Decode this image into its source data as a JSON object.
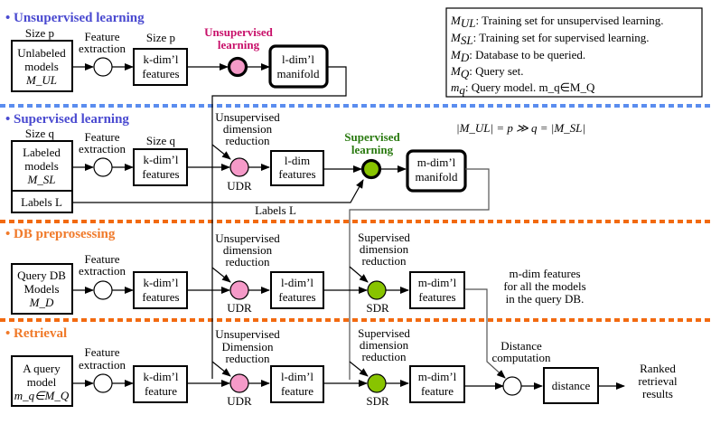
{
  "colors": {
    "blue_section": "#4a4ad0",
    "blue_separator": "#5b8def",
    "orange_section": "#f07a2a",
    "orange_separator": "#f26a10",
    "unsupervised_node": "#f59ac8",
    "unsupervised_label": "#c8106a",
    "supervised_node": "#88c400",
    "supervised_label": "#2a7a10"
  },
  "sections": {
    "unsupervised": "• Unsupervised learning",
    "supervised": "• Supervised learning",
    "db": "• DB preprosessing",
    "retrieval": "• Retrieval"
  },
  "legend": {
    "rows": [
      {
        "sym": "M",
        "sub": "UL",
        "text": ": Training set for unsupervised learning."
      },
      {
        "sym": "M",
        "sub": "SL",
        "text": ": Training set for supervised learning."
      },
      {
        "sym": "M",
        "sub": "D",
        "text": ": Database to be queried."
      },
      {
        "sym": "M",
        "sub": "Q",
        "text": ": Query set."
      },
      {
        "sym": "m",
        "sub": "q",
        "text": ": Query model. m_q∈M_Q"
      }
    ]
  },
  "relation": "|M_UL| = p ≫ q = |M_SL|",
  "row1": {
    "size_label_input": "Size p",
    "input_lines": [
      "Unlabeled",
      "models",
      "M_UL"
    ],
    "fe_label": [
      "Feature",
      "extraction"
    ],
    "size_label_feat": "Size p",
    "feat_lines": [
      "k-dim’l",
      "features"
    ],
    "learn_label": [
      "Unsupervised",
      "learning"
    ],
    "manifold_lines": [
      "l-dim’l",
      "manifold"
    ]
  },
  "row2": {
    "size_label_input": "Size q",
    "input_lines": [
      "Labeled",
      "models",
      "M_SL"
    ],
    "labels_box": "Labels L",
    "fe_label": [
      "Feature",
      "extraction"
    ],
    "size_label_feat": "Size q",
    "feat_lines": [
      "k-dim’l",
      "features"
    ],
    "udr_label": [
      "Unsupervised",
      "dimension",
      "reduction"
    ],
    "udr_node": "UDR",
    "ldim_lines": [
      "l-dim",
      "features"
    ],
    "learn_label": [
      "Supervised",
      "learning"
    ],
    "manifold_lines": [
      "m-dim’l",
      "manifold"
    ],
    "labels_line": "Labels L"
  },
  "row3": {
    "input_lines": [
      "Query DB",
      "Models",
      "M_D"
    ],
    "fe_label": [
      "Feature",
      "extraction"
    ],
    "feat_lines": [
      "k-dim’l",
      "features"
    ],
    "udr_label": [
      "Unsupervised",
      "dimension",
      "reduction"
    ],
    "udr_node": "UDR",
    "ldim_lines": [
      "l-dim’l",
      "features"
    ],
    "sdr_label": [
      "Supervised",
      "dimension",
      "reduction"
    ],
    "sdr_node": "SDR",
    "mdim_lines": [
      "m-dim’l",
      "features"
    ],
    "note": [
      "m-dim features",
      "for all the models",
      "in the query DB."
    ]
  },
  "row4": {
    "input_lines": [
      "A query",
      "model",
      "m_q∈M_Q"
    ],
    "fe_label": [
      "Feature",
      "extraction"
    ],
    "feat_lines": [
      "k-dim’l",
      "feature"
    ],
    "udr_label": [
      "Unsupervised",
      "Dimension",
      "reduction"
    ],
    "udr_node": "UDR",
    "ldim_lines": [
      "l-dim’l",
      "feature"
    ],
    "sdr_label": [
      "Supervised",
      "dimension",
      "reduction"
    ],
    "sdr_node": "SDR",
    "mdim_lines": [
      "m-dim’l",
      "feature"
    ],
    "dist_label": [
      "Distance",
      "computation"
    ],
    "dist_box": "distance",
    "result_lines": [
      "Ranked",
      "retrieval",
      "results"
    ]
  }
}
